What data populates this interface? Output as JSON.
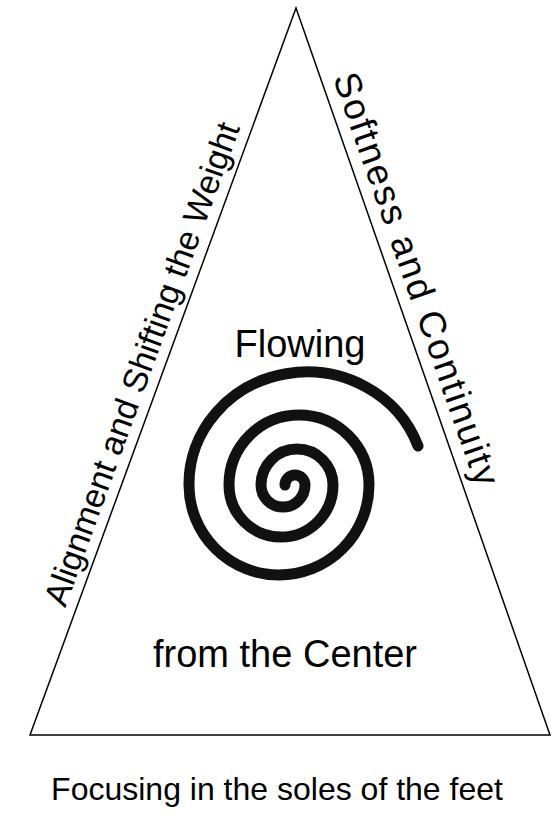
{
  "diagram": {
    "nodes": [
      {
        "text": [
          "Flowing",
          "from the Center"
        ]
      }
    ],
    "labels": [
      "Alignment and Shifting the Weight",
      "Softness and Continuity",
      "Focusing in the soles of the feet"
    ]
  }
}
